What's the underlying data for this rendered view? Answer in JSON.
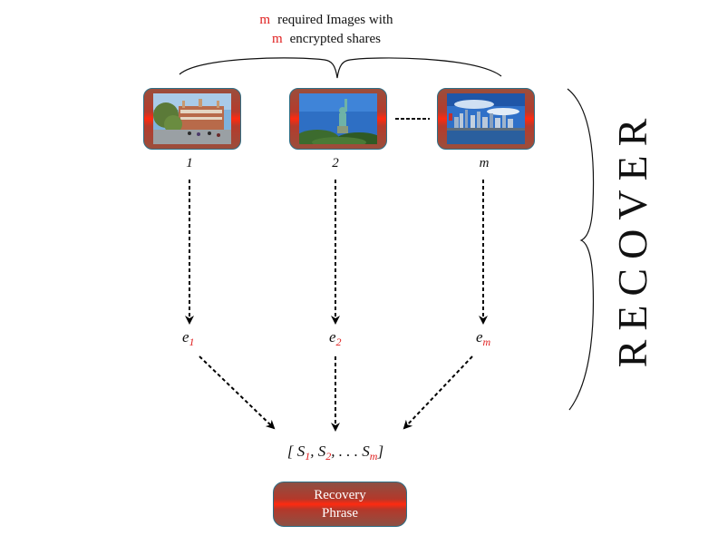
{
  "caption": {
    "line1_var": "m",
    "line1_text": "required  Images with",
    "line2_var": "m",
    "line2_text": "encrypted  shares"
  },
  "images": [
    {
      "label": "1",
      "icon": "ellis-island-photo-icon"
    },
    {
      "label": "2",
      "icon": "statue-of-liberty-photo-icon"
    },
    {
      "label": "m",
      "icon": "manhattan-skyline-photo-icon"
    }
  ],
  "encrypted": [
    {
      "base": "e",
      "sub": "1"
    },
    {
      "base": "e",
      "sub": "2"
    },
    {
      "base": "e",
      "sub": "m"
    }
  ],
  "shares": {
    "open": "[",
    "s": "S",
    "sub1": "1",
    "sub2": "2",
    "ellipsis": ", . . .",
    "subm": "m",
    "sep": ",",
    "close": "]"
  },
  "recovery_phrase": {
    "line1": "Recovery",
    "line2": "Phrase"
  },
  "recover_label": "RECOVER",
  "colors": {
    "accent_red": "#e02020",
    "card_border": "#2e6f86"
  }
}
